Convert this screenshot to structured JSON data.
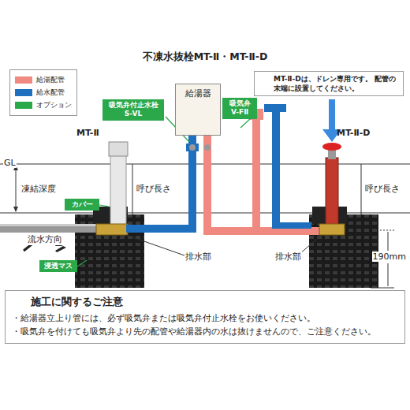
{
  "diagram": {
    "title": "不凍水抜栓MT-Ⅱ・MT-Ⅱ-D",
    "nodes": [
      {
        "text": [
          "吸気弁付止水栓 S-VL"
        ]
      },
      {
        "text": [
          "給湯器"
        ]
      },
      {
        "text": [
          "吸気弁 V-FⅡ"
        ]
      },
      {
        "text": [
          "MT-Ⅱ-Dは、ドレン専用です。 配管の末端に設置してください。"
        ]
      },
      {
        "text": [
          "カバー"
        ]
      },
      {
        "text": [
          "浸透マス"
        ]
      },
      {
        "text": [
          "施工に関するご注意",
          "・給湯器立上り管には、必ず吸気弁または吸気弁付止水栓をお使いください。",
          "・吸気弁を付けても吸気弁より先の配管や給湯器内の水は抜けませんので、ご注意ください。"
        ]
      }
    ],
    "labels": [
      "MT-Ⅱ",
      "MT-Ⅱ-D",
      "GL",
      "凍結深度",
      "呼び長さ",
      "呼び長さ",
      "流水方向",
      "排水部",
      "排水部",
      "190mm"
    ],
    "legend": [
      {
        "text": "給湯配管",
        "color": "#f08a80"
      },
      {
        "text": "給水配管",
        "color": "#1f6fbf"
      },
      {
        "text": "オプション",
        "color": "#2aa84a"
      }
    ]
  }
}
